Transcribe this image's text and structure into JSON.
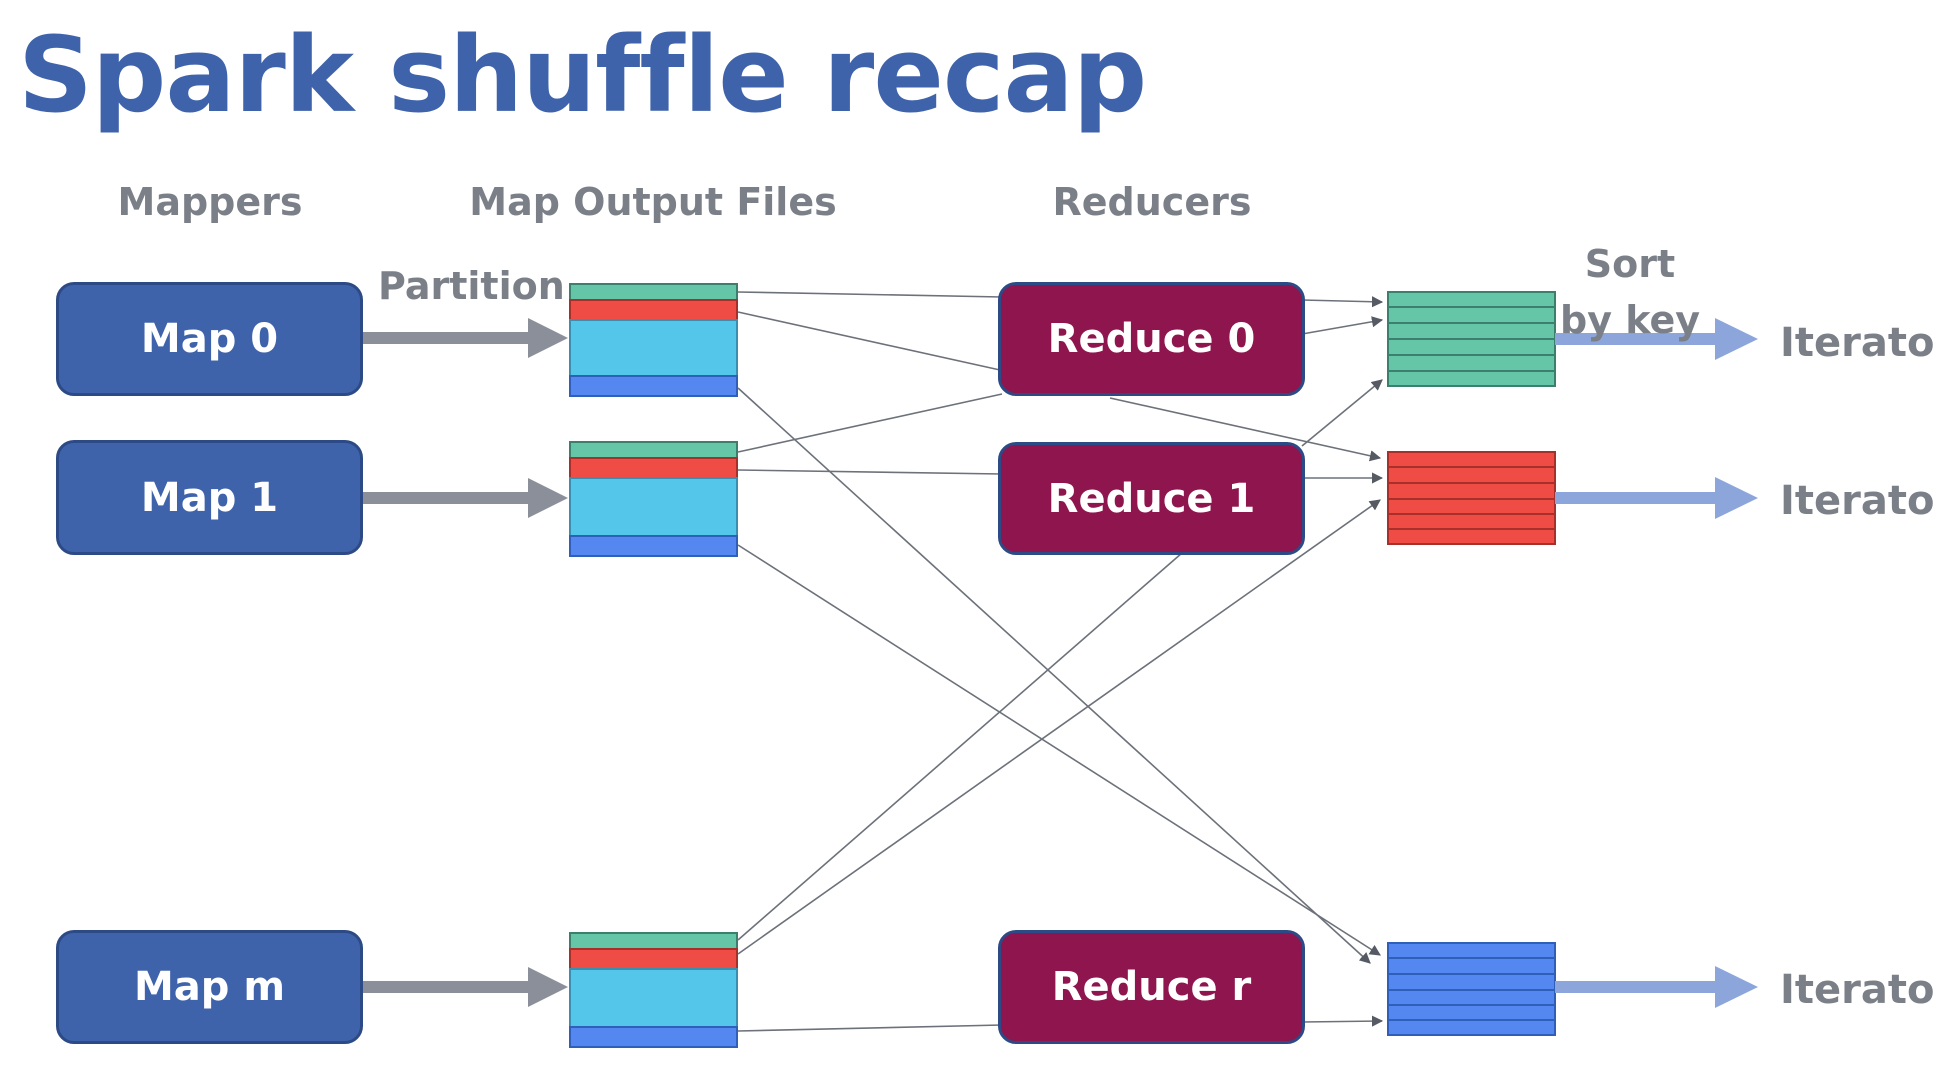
{
  "title": "Spark shuffle recap",
  "headers": {
    "mappers": "Mappers",
    "map_output_files": "Map Output Files",
    "reducers": "Reducers"
  },
  "partition_label": "Partition",
  "sort_label": "Sort by key",
  "maps": [
    {
      "label": "Map 0"
    },
    {
      "label": "Map 1"
    },
    {
      "label": "Map m"
    }
  ],
  "reduces": [
    {
      "label": "Reduce 0"
    },
    {
      "label": "Reduce 1"
    },
    {
      "label": "Reduce r"
    }
  ],
  "iterators": [
    "Iterator",
    "Iterator",
    "Iterator"
  ],
  "colors": {
    "title": "#3f63ab",
    "map_fill": "#3f63ab",
    "reduce_fill": "#8e154d",
    "label_gray": "#7b7f87",
    "partition_green": "#64c6a7",
    "partition_red": "#ef4c45",
    "partition_cyan": "#54c6ea",
    "partition_blue": "#5487f0",
    "arrow_gray": "#8a8f99",
    "arrow_light_blue": "#8ca6dc"
  }
}
